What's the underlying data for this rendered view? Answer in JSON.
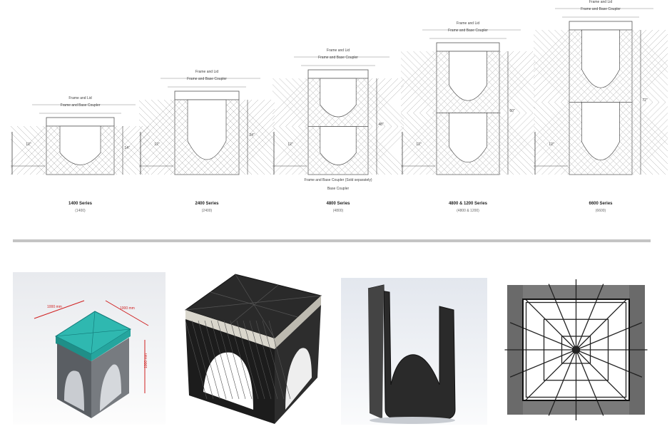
{
  "units": [
    {
      "series": "1400 Series",
      "sub": "(1400)",
      "top": "Frame and Lid",
      "coupler": "Frame and Base Coupler",
      "dim_left": "12\"",
      "dim_right": "14\"",
      "stacks": 1
    },
    {
      "series": "2400 Series",
      "sub": "(2400)",
      "top": "Frame and Lid",
      "coupler": "Frame and Base Coupler",
      "dim_left": "12\"",
      "dim_right": "24\"",
      "stacks": 1
    },
    {
      "series": "4800 Series",
      "sub": "(4800)",
      "top": "Frame and Lid",
      "coupler": "Frame and Base Coupler",
      "dim_left": "12\"",
      "dim_right": "48\"",
      "stacks": 2,
      "bottom1": "Frame and Base Coupler (Sold separately)",
      "bottom2": "Base Coupler"
    },
    {
      "series": "4800 & 1200 Series",
      "sub": "(4800 & 1200)",
      "top": "Frame and Lid",
      "coupler": "Frame and Base Coupler",
      "dim_left": "12\"",
      "dim_right": "60\"",
      "stacks": 2
    },
    {
      "series": "6600 Series",
      "sub": "(6600)",
      "top": "Frame and Lid",
      "coupler": "Frame and Base Coupler",
      "dim_left": "12\"",
      "dim_right": "72\"",
      "stacks": 2
    }
  ],
  "photos": [
    {
      "name": "teal-lid-render",
      "dims": [
        "1000 mm",
        "1000 mm",
        "1000 mm"
      ]
    },
    {
      "name": "black-box-render"
    },
    {
      "name": "side-panel-render"
    },
    {
      "name": "top-view-render"
    }
  ],
  "colors": {
    "teal": "#2fb8b0",
    "dark": "#1c1c1c",
    "divider": "#c4c4c4",
    "dim": "#d02020"
  }
}
